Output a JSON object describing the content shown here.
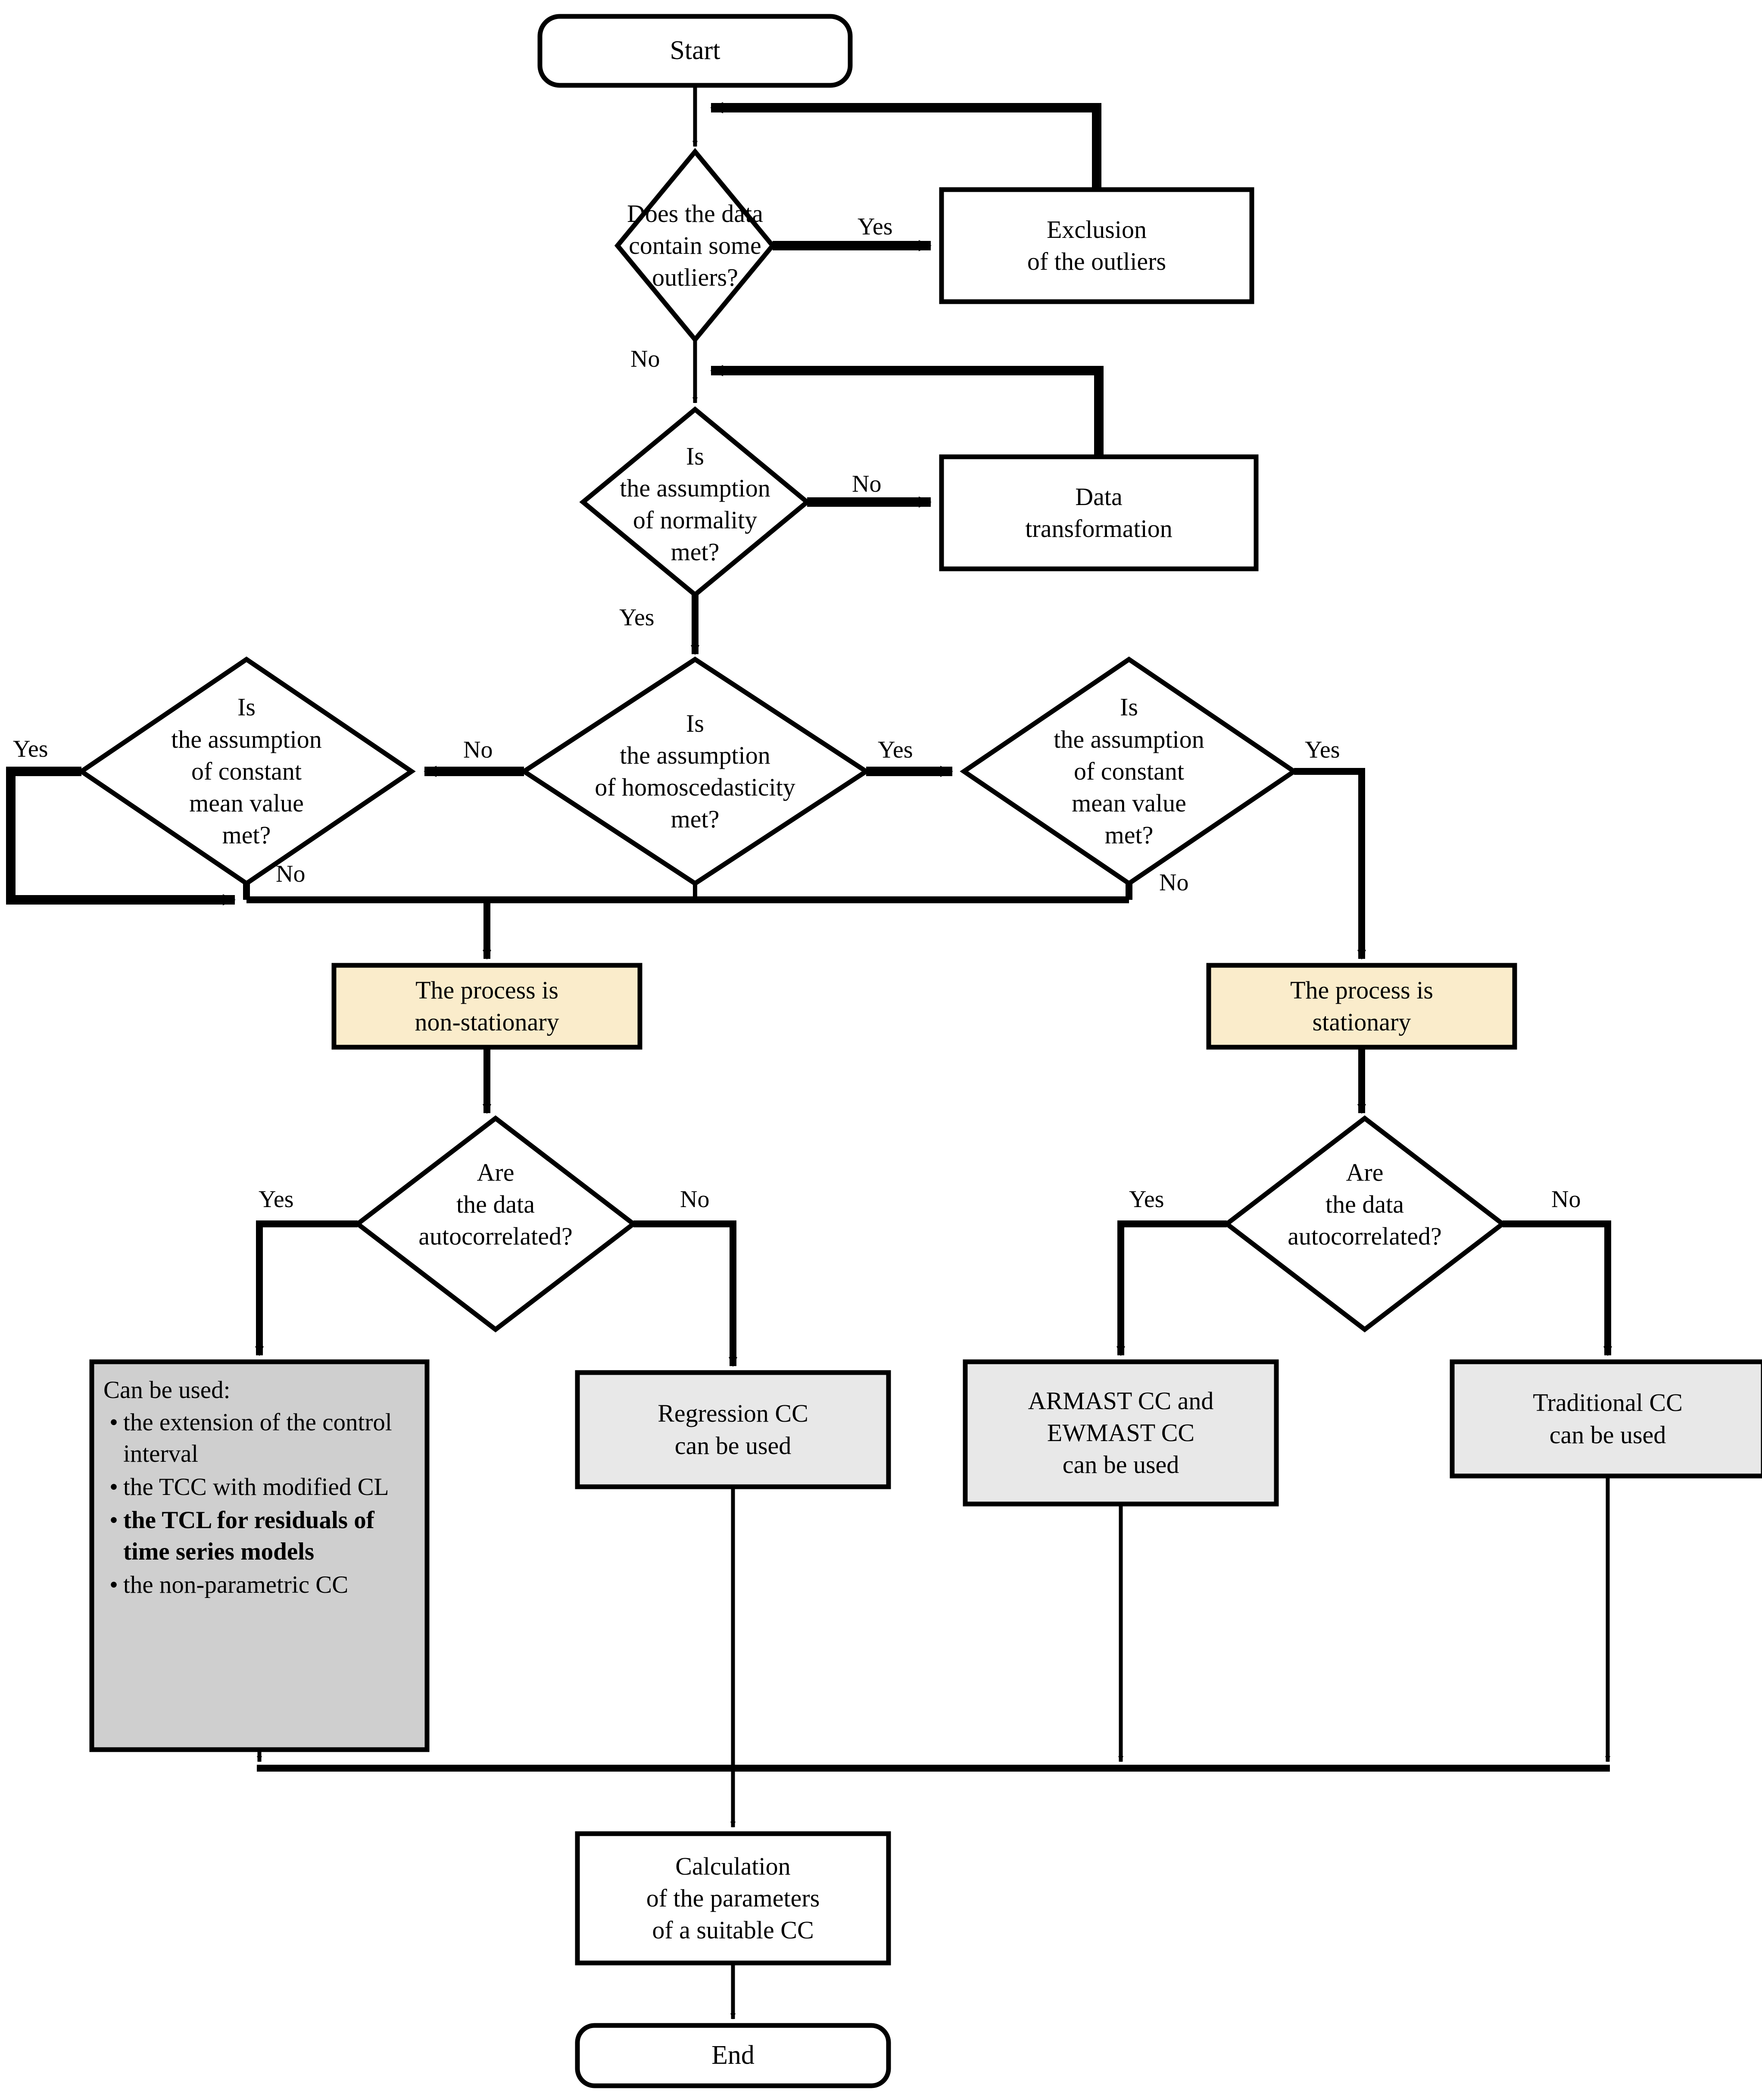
{
  "colors": {
    "stroke": "#000000",
    "background": "#ffffff",
    "node_fill_white": "#ffffff",
    "node_fill_cream": "#faeccb",
    "node_fill_gray_dark": "#cfcfcf",
    "node_fill_gray_light": "#e8e8e8"
  },
  "nodes": {
    "start": {
      "label": "Start"
    },
    "end": {
      "label": "End"
    },
    "outliers_decision": {
      "label": "Does the data\ncontain some\noutliers?"
    },
    "exclusion_outliers": {
      "label": "Exclusion\nof the outliers"
    },
    "normality_decision": {
      "label": "Is\nthe assumption\nof normality\nmet?"
    },
    "data_transformation": {
      "label": "Data\ntransformation"
    },
    "homoscedasticity_decision": {
      "label": "Is\nthe assumption\nof homoscedasticity\nmet?"
    },
    "constant_mean_left": {
      "label": "Is\nthe assumption\nof constant\nmean value\nmet?"
    },
    "constant_mean_right": {
      "label": "Is\nthe assumption\nof constant\nmean value\nmet?"
    },
    "process_non_stationary": {
      "label": "The process is\nnon-stationary"
    },
    "process_stationary": {
      "label": "The process is\nstationary"
    },
    "autocorrelated_left": {
      "label": "Are\nthe data\nautocorrelated?"
    },
    "autocorrelated_right": {
      "label": "Are\nthe data\nautocorrelated?"
    },
    "can_be_used": {
      "lead": "Can be used:",
      "bullets": [
        {
          "text": "the extension of the control interval",
          "bold": false
        },
        {
          "text": "the TCC with modified CL",
          "bold": false
        },
        {
          "text": "the TCL for residuals of time series models",
          "bold": true
        },
        {
          "text": "the non-parametric CC",
          "bold": false
        }
      ]
    },
    "regression_cc": {
      "label": "Regression CC\ncan be used"
    },
    "armast_ewmast_cc": {
      "label": "ARMAST CC and\nEWMAST CC\ncan be used"
    },
    "traditional_cc": {
      "label": "Traditional CC\ncan be used"
    },
    "calculation_parameters": {
      "label": "Calculation\nof the parameters\nof a suitable CC"
    }
  },
  "edge_labels": {
    "outliers_yes": "Yes",
    "outliers_no": "No",
    "normality_no": "No",
    "normality_yes": "Yes",
    "homoscedasticity_no": "No",
    "homoscedasticity_yes": "Yes",
    "constant_mean_left_yes": "Yes",
    "constant_mean_left_no": "No",
    "constant_mean_right_yes": "Yes",
    "constant_mean_right_no": "No",
    "autocorrelated_left_yes": "Yes",
    "autocorrelated_left_no": "No",
    "autocorrelated_right_yes": "Yes",
    "autocorrelated_right_no": "No"
  }
}
